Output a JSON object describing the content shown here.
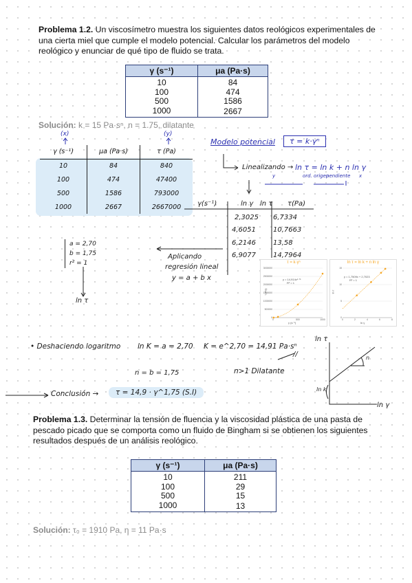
{
  "problem12": {
    "heading": "Problema 1.2.",
    "text": "Un viscosímetro muestra los siguientes datos reológicos experimentales de una cierta miel que cumple el modelo potencial. Calcular los parámetros del modelo reológico y enunciar de qué tipo de fluido se trata.",
    "col1": "γ (s⁻¹)",
    "col2": "μa (Pa·s)",
    "rows": [
      [
        "10",
        "84"
      ],
      [
        "100",
        "474"
      ],
      [
        "500",
        "1586"
      ],
      [
        "1000",
        "2667"
      ]
    ],
    "solution_label": "Solución:",
    "solution_text": "k = 15 Pa·sⁿ, n = 1.75, dilatante"
  },
  "notes": {
    "marker_x": "(x)",
    "marker_y": "(y)",
    "hand_headers": [
      "γ (s⁻¹)",
      "μa (Pa·s)",
      "τ (Pa)"
    ],
    "hand_rows": [
      [
        "10",
        "84",
        "840"
      ],
      [
        "100",
        "474",
        "47400"
      ],
      [
        "500",
        "1586",
        "793000"
      ],
      [
        "1000",
        "2667",
        "2667000"
      ]
    ],
    "model_label": "Modelo potencial",
    "model_eq": "τ = k·γⁿ",
    "linearizando": "Linealizando →",
    "lin_eq": "ln τ = ln k + n ln γ",
    "lin_y": "y",
    "lin_origin": "ord. origen",
    "lin_slope": "pendiente",
    "lin_x": "x",
    "log_headers": [
      "γ(s⁻¹)",
      "ln γ",
      "ln τ",
      "τ(Pa)"
    ],
    "log_rows": [
      [
        "2,3025",
        "6,7334"
      ],
      [
        "4,6051",
        "10,7663"
      ],
      [
        "6,2146",
        "13,58"
      ],
      [
        "6,9077",
        "14,7964"
      ]
    ],
    "coef": [
      "a = 2,70",
      "b = 1,75",
      "r² = 1"
    ],
    "aplicando": "Aplicando",
    "regresion": "regresión lineal",
    "line_eq": "y = a + b x",
    "ln_tau": "ln τ",
    "deshaciendo": "• Deshaciendo logaritmo",
    "ln_k": "ln K = a = 2,70",
    "k_value": "K = e^2,70 = 14,91 Pa·sⁿ",
    "n_value": "n = b = 1,75",
    "dilatante": "n>1 Dilatante",
    "conclusion": "Conclusión →",
    "conclusion_eq": "τ = 14,9 · γ^1,75 (S.I)",
    "sketch_y": "ln τ",
    "sketch_x": "ln γ",
    "sketch_n": "n",
    "sketch_lnk": "ln k",
    "mini_chart_left": {
      "title": "τ = k·γⁿ",
      "xlabel": "γ (s⁻¹)",
      "ylabel": "τ (Pa)",
      "eq": "y = 14,914x¹·⁷⁵",
      "r2": "R² = 1"
    },
    "mini_chart_right": {
      "title": "ln τ = ln k + n ln γ",
      "xlabel": "ln γ",
      "ylabel": "ln τ",
      "eq": "y = 1,7509x + 2,7023",
      "r2": "R² = 1"
    }
  },
  "chart_data": [
    {
      "type": "scatter",
      "title": "τ = k·γⁿ",
      "x": [
        10,
        100,
        500,
        1000
      ],
      "y": [
        840,
        47400,
        793000,
        2667000
      ],
      "xlabel": "γ (s⁻¹)",
      "ylabel": "τ (Pa)",
      "xlim": [
        0,
        1000
      ],
      "ylim": [
        0,
        3000000
      ],
      "ytick_labels": [
        "0",
        "500000",
        "1000000",
        "1500000",
        "2000000",
        "2500000",
        "3000000"
      ],
      "xtick_labels": [
        "0",
        "500",
        "1000"
      ],
      "fit": "y = 14,914x¹·⁷⁵",
      "r2": "R² = 1",
      "grid": true
    },
    {
      "type": "scatter",
      "title": "ln τ = ln k + n ln γ",
      "x": [
        2.3025,
        4.6051,
        6.2146,
        6.9077
      ],
      "y": [
        6.7334,
        10.7663,
        13.58,
        14.7964
      ],
      "xlabel": "ln γ",
      "ylabel": "ln τ",
      "xlim": [
        0,
        8
      ],
      "ylim": [
        0,
        15
      ],
      "ytick_labels": [
        "0",
        "5",
        "10",
        "15"
      ],
      "xtick_labels": [
        "0",
        "2",
        "4",
        "6",
        "8"
      ],
      "fit": "y = 1,7509x + 2,7023",
      "r2": "R² = 1",
      "grid": true
    }
  ],
  "problem13": {
    "heading": "Problema 1.3.",
    "text": "Determinar la tensión de fluencia y la viscosidad plástica de una pasta de pescado picado que se comporta como un fluido de Bingham si se obtienen los siguientes resultados después de un análisis reológico.",
    "col1": "γ (s⁻¹)",
    "col2": "μa (Pa·s)",
    "rows": [
      [
        "10",
        "211"
      ],
      [
        "100",
        "29"
      ],
      [
        "500",
        "15"
      ],
      [
        "1000",
        "13"
      ]
    ],
    "solution_label": "Solución:",
    "solution_text": "τ₀ = 1910 Pa, η = 11 Pa·s"
  },
  "colors": {
    "ink": "#1a1a1a",
    "blue_ink": "#2a2fb0",
    "highlight": "#dcecf8",
    "table_head": "#c8d6ec",
    "table_border": "#2c3e78",
    "marker_orange": "#f5a623"
  }
}
